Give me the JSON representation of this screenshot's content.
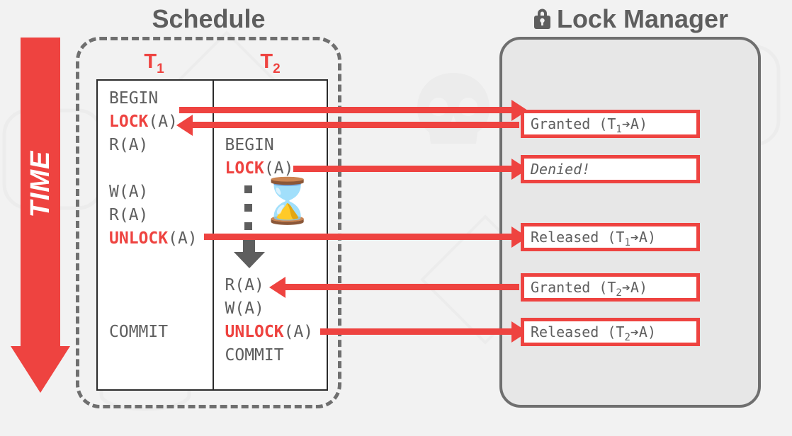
{
  "theme": {
    "background": "#f2f2f2",
    "accent_red": "#ee4340",
    "gray_text": "#5e5e5e",
    "panel_fill": "#e7e7e7",
    "panel_border": "#6f6f6f",
    "table_border": "#2b2b2b",
    "box_fill": "#ffffff"
  },
  "time_axis": {
    "label": "TIME",
    "direction": "down"
  },
  "schedule": {
    "title": "Schedule",
    "columns": [
      {
        "header": "T",
        "header_sub": "1",
        "name": "T1",
        "operations": [
          "BEGIN",
          "LOCK(A)",
          "R(A)",
          "",
          "W(A)",
          "R(A)",
          "UNLOCK(A)",
          "",
          "",
          "",
          "COMMIT",
          ""
        ]
      },
      {
        "header": "T",
        "header_sub": "2",
        "name": "T2",
        "operations": [
          "",
          "",
          "BEGIN",
          "LOCK(A)",
          "",
          "",
          "",
          "",
          "R(A)",
          "W(A)",
          "UNLOCK(A)",
          "COMMIT"
        ]
      }
    ],
    "wait_indicator": {
      "icon": "hourglass-icon",
      "glyph": "⌛",
      "dots": 3,
      "arrow": "down-arrow-icon"
    }
  },
  "lock_manager": {
    "title": "Lock Manager",
    "icon": "padlock-icon",
    "messages": [
      {
        "id": "granted-t1",
        "text": "Granted (T",
        "sub": "1",
        "suffix": "➔A)",
        "style": "normal"
      },
      {
        "id": "denied",
        "text": "Denied!",
        "sub": "",
        "suffix": "",
        "style": "italic"
      },
      {
        "id": "released-t1",
        "text": "Released (T",
        "sub": "1",
        "suffix": "➔A)",
        "style": "normal"
      },
      {
        "id": "granted-t2",
        "text": "Granted (T",
        "sub": "2",
        "suffix": "➔A)",
        "style": "normal"
      },
      {
        "id": "released-t2",
        "text": "Released (T",
        "sub": "2",
        "suffix": "➔A)",
        "style": "normal"
      }
    ]
  },
  "flows": [
    {
      "id": "t1-lock-request",
      "direction": "right",
      "from": "T1.LOCK(A)",
      "to": "lock-manager"
    },
    {
      "id": "t1-lock-granted",
      "direction": "left",
      "from": "lock-manager",
      "to": "T1.LOCK(A)"
    },
    {
      "id": "t2-lock-request",
      "direction": "right",
      "from": "T2.LOCK(A)",
      "to": "lock-manager"
    },
    {
      "id": "t1-unlock-notify",
      "direction": "right",
      "from": "T1.UNLOCK(A)",
      "to": "lock-manager"
    },
    {
      "id": "t2-lock-granted",
      "direction": "left",
      "from": "lock-manager",
      "to": "T2.R(A)"
    },
    {
      "id": "t2-unlock-notify",
      "direction": "right",
      "from": "T2.UNLOCK(A)",
      "to": "lock-manager"
    }
  ]
}
